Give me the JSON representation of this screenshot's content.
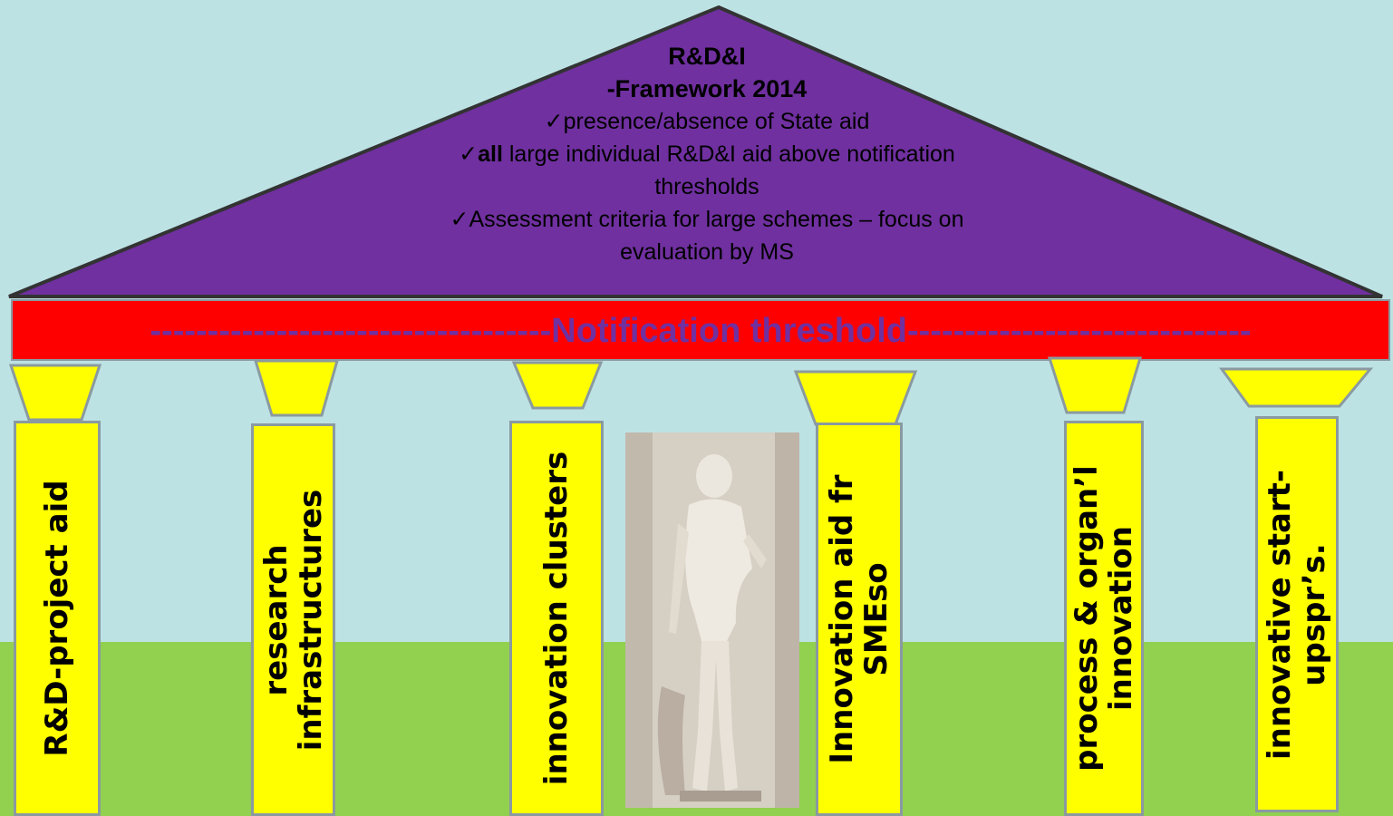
{
  "roof": {
    "title_line1": "R&D&I",
    "title_line2": "-Framework 2014",
    "bullets": [
      {
        "mark": "✓",
        "bold": "",
        "text": "presence/absence of State aid"
      },
      {
        "mark": "✓",
        "bold": "all",
        "text": " large individual R&D&I aid above notification thresholds"
      },
      {
        "mark": "✓",
        "bold": "",
        "text": "Assessment criteria for large schemes – focus on evaluation by MS"
      }
    ]
  },
  "threshold_bar": {
    "text": "-----------------------------------Notification threshold------------------------------"
  },
  "pillars": [
    {
      "label": "R&D-project aid"
    },
    {
      "label": "research infrastructures"
    },
    {
      "label": "innovation clusters"
    },
    {
      "label": "Innovation aid fr SMEso"
    },
    {
      "label": "process & organ’l innovation"
    },
    {
      "label": "innovative start-upspr’s."
    }
  ],
  "colors": {
    "sky": "#bde2e4",
    "grass": "#92d050",
    "roof": "#7030a0",
    "bar": "#ff0000",
    "bar_text": "#7030a0",
    "pillar": "#ffff00"
  },
  "image": {
    "subject": "statue-of-hermes"
  }
}
